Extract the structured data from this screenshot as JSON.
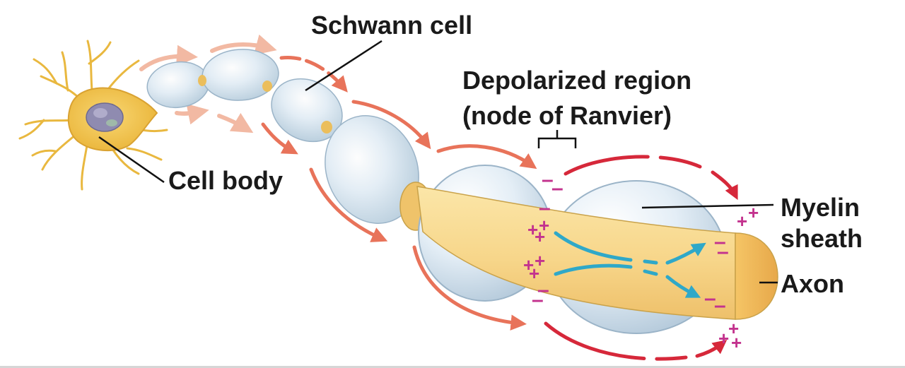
{
  "labels": {
    "schwann_cell": "Schwann cell",
    "depolarized_line1": "Depolarized region",
    "depolarized_line2": "(node of Ranvier)",
    "cell_body": "Cell body",
    "myelin_line1": "Myelin",
    "myelin_line2": "sheath",
    "axon": "Axon"
  },
  "signs": {
    "plus": "+",
    "minus": "–"
  },
  "colors": {
    "axon_fill": "#f8d98c",
    "axon_stroke": "#c9a24a",
    "myelin_fill": "#dde9f3",
    "myelin_stroke": "#9bb4c8",
    "cell_body_fill": "#f3c64c",
    "nucleus_fill": "#8a86a8",
    "current_arrow_light": "#f2b9a3",
    "current_arrow": "#e8735a",
    "current_arrow_dark": "#d6283a",
    "ion_flow": "#2fa8c8",
    "charge": "#c3338e"
  }
}
